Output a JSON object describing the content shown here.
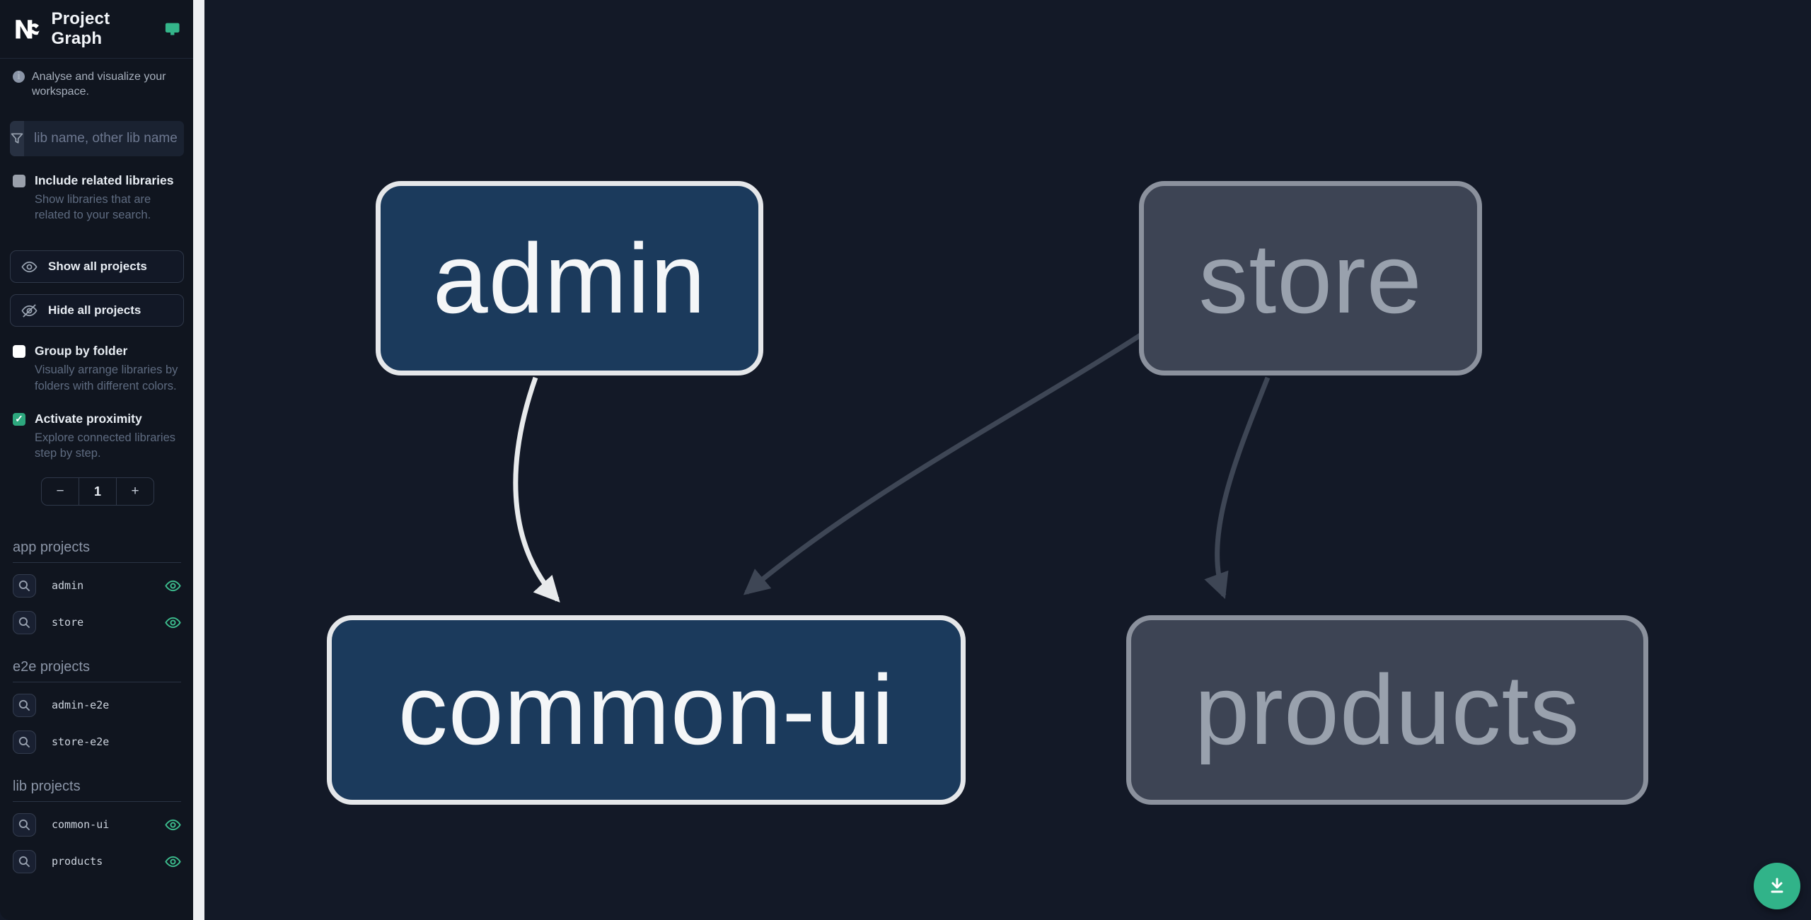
{
  "app": {
    "title": "Project Graph",
    "tagline": "Analyse and visualize your workspace."
  },
  "sidebar": {
    "filter": {
      "placeholder": "lib name, other lib name"
    },
    "checkboxes": [
      {
        "label": "Include related libraries",
        "description": "Show libraries that are related to your search.",
        "checked": false
      },
      {
        "label": "Group by folder",
        "description": "Visually arrange libraries by folders with different colors.",
        "checked": false
      },
      {
        "label": "Activate proximity",
        "description": "Explore connected libraries step by step.",
        "checked": true
      }
    ],
    "buttons": {
      "show_all": "Show all projects",
      "hide_all": "Hide all projects"
    },
    "proximity": {
      "decrement": "−",
      "value": "1",
      "increment": "+",
      "check_glyph": "✓"
    },
    "sections": [
      {
        "heading": "app projects",
        "items": [
          {
            "name": "admin",
            "visible": true
          },
          {
            "name": "store",
            "visible": true
          }
        ]
      },
      {
        "heading": "e2e projects",
        "items": [
          {
            "name": "admin-e2e",
            "visible": false
          },
          {
            "name": "store-e2e",
            "visible": false
          }
        ]
      },
      {
        "heading": "lib projects",
        "items": [
          {
            "name": "common-ui",
            "visible": true
          },
          {
            "name": "products",
            "visible": true
          }
        ]
      }
    ]
  },
  "graph": {
    "nodes": [
      {
        "label": "admin",
        "state": "focused"
      },
      {
        "label": "store",
        "state": "unfocused"
      },
      {
        "label": "common-ui",
        "state": "focused"
      },
      {
        "label": "products",
        "state": "unfocused"
      }
    ],
    "edges": [
      {
        "from": "admin",
        "to": "common-ui",
        "style": "highlighted"
      },
      {
        "from": "store",
        "to": "common-ui",
        "style": "dimmed"
      },
      {
        "from": "store",
        "to": "products",
        "style": "dimmed"
      }
    ]
  },
  "colors": {
    "accent_teal": "#31b389",
    "canvas_bg": "#131927",
    "sidebar_bg": "#10151f",
    "node_focused_bg": "#1b3a5c",
    "node_focused_border": "#e5e7ea",
    "node_unfocused_bg": "#3d4454",
    "node_unfocused_border": "#8b919d",
    "edge_highlighted": "#e8eaec",
    "edge_dimmed": "#3e4655",
    "checkbox_checked": "#2da87e"
  }
}
